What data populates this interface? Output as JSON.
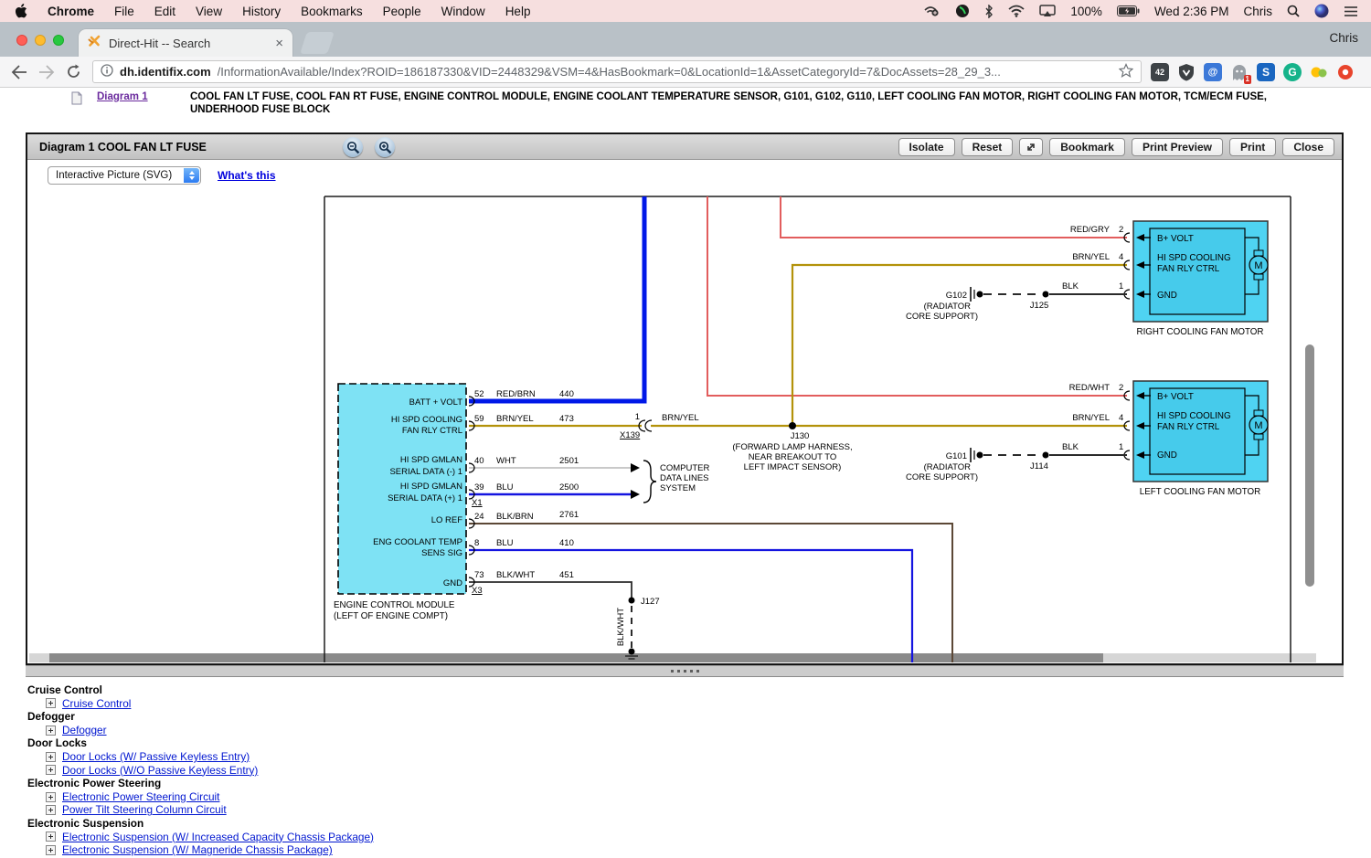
{
  "menubar": {
    "app": "Chrome",
    "items": [
      "File",
      "Edit",
      "View",
      "History",
      "Bookmarks",
      "People",
      "Window",
      "Help"
    ],
    "battery": "100%",
    "clock": "Wed 2:36 PM",
    "user": "Chris"
  },
  "tabbar": {
    "title": "Direct-Hit -- Search",
    "profile": "Chris"
  },
  "addressbar": {
    "host": "dh.identifix.com",
    "path": "/InformationAvailable/Index?ROID=186187330&VID=2448329&VSM=4&HasBookmark=0&LocationId=1&AssetCategoryId=7&DocAssets=28_29_3...",
    "ext1_badge": "42",
    "ghost_badge": "1"
  },
  "doc": {
    "link": "Diagram 1",
    "description": "COOL FAN LT FUSE, COOL FAN RT FUSE, ENGINE CONTROL MODULE, ENGINE COOLANT TEMPERATURE SENSOR, G101, G102, G110, LEFT COOLING FAN MOTOR, RIGHT COOLING FAN MOTOR, TCM/ECM FUSE, UNDERHOOD FUSE BLOCK"
  },
  "panel": {
    "title": "Diagram 1 COOL FAN LT FUSE",
    "btn_isolate": "Isolate",
    "btn_reset": "Reset",
    "btn_bookmark": "Bookmark",
    "btn_print_preview": "Print Preview",
    "btn_print": "Print",
    "btn_close": "Close",
    "view_mode": "Interactive Picture (SVG)",
    "whats_this": "What's this"
  },
  "diagram": {
    "ecm": {
      "caption1": "ENGINE CONTROL MODULE",
      "caption2": "(LEFT OF ENGINE COMPT)",
      "conn_x1": "X1",
      "conn_x3": "X3",
      "rows": [
        {
          "l1": "BATT + VOLT",
          "l2": "",
          "pin": "52",
          "color": "RED/BRN",
          "ckt": "440"
        },
        {
          "l1": "HI SPD COOLING",
          "l2": "FAN RLY CTRL",
          "pin": "59",
          "color": "BRN/YEL",
          "ckt": "473"
        },
        {
          "l1": "HI SPD GMLAN",
          "l2": "SERIAL DATA (-) 1",
          "pin": "40",
          "color": "WHT",
          "ckt": "2501"
        },
        {
          "l1": "HI SPD GMLAN",
          "l2": "SERIAL DATA (+) 1",
          "pin": "39",
          "color": "BLU",
          "ckt": "2500"
        },
        {
          "l1": "LO REF",
          "l2": "",
          "pin": "24",
          "color": "BLK/BRN",
          "ckt": "2761"
        },
        {
          "l1": "ENG COOLANT TEMP",
          "l2": "SENS SIG",
          "pin": "8",
          "color": "BLU",
          "ckt": "410"
        },
        {
          "l1": "GND",
          "l2": "",
          "pin": "73",
          "color": "BLK/WHT",
          "ckt": "451"
        }
      ]
    },
    "x139": {
      "pin": "1",
      "name": "X139",
      "wire": "BRN/YEL"
    },
    "computer": {
      "l1": "COMPUTER",
      "l2": "DATA LINES",
      "l3": "SYSTEM"
    },
    "j130": {
      "name": "J130",
      "d1": "(FORWARD LAMP HARNESS,",
      "d2": "NEAR BREAKOUT TO",
      "d3": "LEFT IMPACT SENSOR)"
    },
    "j127": {
      "name": "J127",
      "wire": "BLK/WHT"
    },
    "right_fan": {
      "caption": "RIGHT COOLING FAN MOTOR",
      "motor": "M",
      "b1": "B+ VOLT",
      "b2": "HI SPD COOLING",
      "b3": "FAN RLY CTRL",
      "b4": "GND",
      "w1": "RED/GRY",
      "p1": "2",
      "w2": "BRN/YEL",
      "p2": "4",
      "w3": "BLK",
      "p3": "1",
      "junction": "J125",
      "ground": "G102",
      "g1": "(RADIATOR",
      "g2": "CORE SUPPORT)"
    },
    "left_fan": {
      "caption": "LEFT COOLING FAN MOTOR",
      "motor": "M",
      "b1": "B+ VOLT",
      "b2": "HI SPD COOLING",
      "b3": "FAN RLY CTRL",
      "b4": "GND",
      "w1": "RED/WHT",
      "p1": "2",
      "w2": "BRN/YEL",
      "p2": "4",
      "w3": "BLK",
      "p3": "1",
      "junction": "J114",
      "ground": "G101",
      "g1": "(RADIATOR",
      "g2": "CORE SUPPORT)"
    }
  },
  "links": {
    "groups": [
      {
        "header": "Cruise Control",
        "links": [
          "Cruise Control"
        ]
      },
      {
        "header": "Defogger",
        "links": [
          "Defogger"
        ]
      },
      {
        "header": "Door Locks",
        "links": [
          "Door Locks (W/ Passive Keyless Entry)",
          "Door Locks (W/O Passive Keyless Entry)"
        ]
      },
      {
        "header": "Electronic Power Steering",
        "links": [
          "Electronic Power Steering Circuit",
          "Power Tilt Steering Column Circuit"
        ]
      },
      {
        "header": "Electronic Suspension",
        "links": [
          "Electronic Suspension (W/ Increased Capacity Chassis Package)",
          "Electronic Suspension (W/ Magneride Chassis Package)"
        ]
      }
    ]
  }
}
